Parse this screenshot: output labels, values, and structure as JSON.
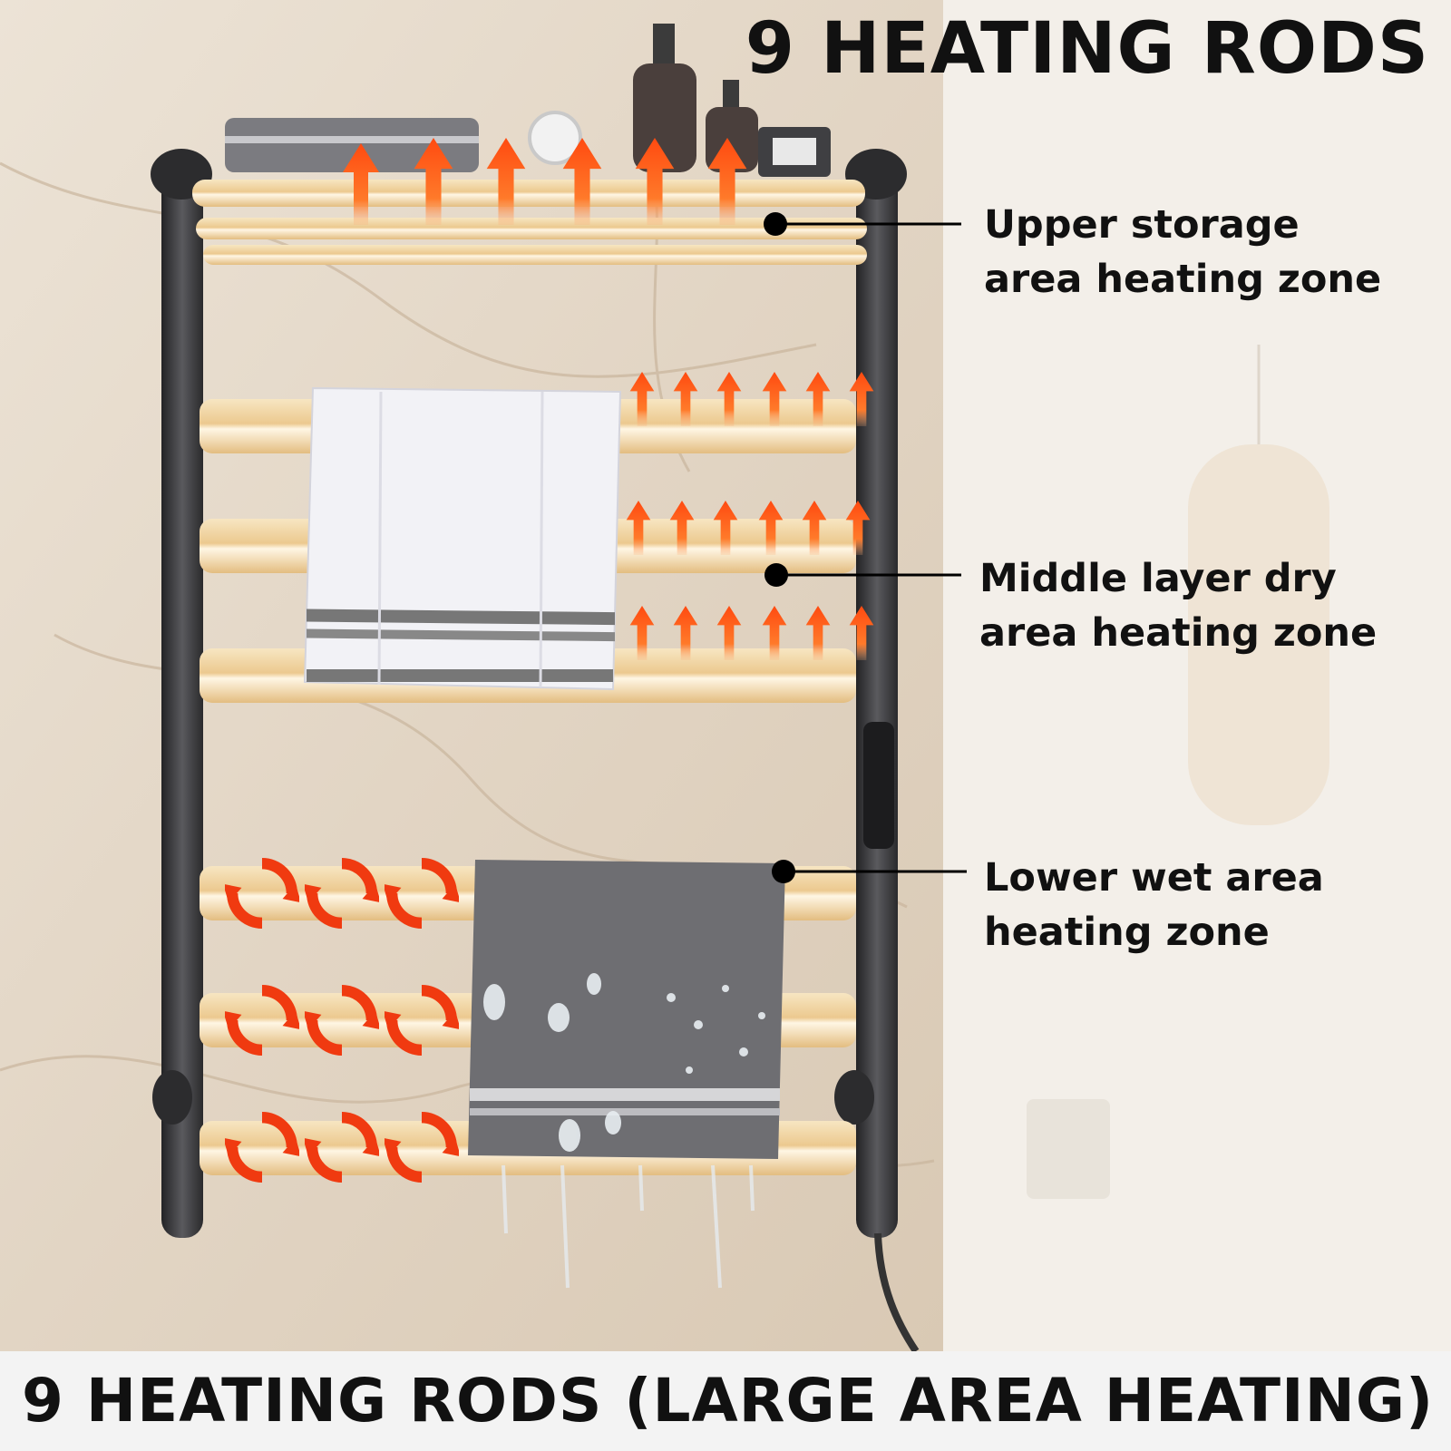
{
  "headline": "9 HEATING RODS",
  "zones": [
    {
      "line1": "Upper storage",
      "line2": "area heating zone"
    },
    {
      "line1": "Middle layer dry",
      "line2": "area heating zone"
    },
    {
      "line1": "Lower wet area",
      "line2": "heating zone"
    }
  ],
  "footer": "9 HEATING RODS (LARGE AREA HEATING)",
  "colors": {
    "rod": "#f2d9a8",
    "frame": "#3a3a3c",
    "heat_arrow": "#f04a12",
    "text": "#111111"
  },
  "icons": [
    "heat-up-arrow-icon",
    "circulating-heat-icon"
  ]
}
